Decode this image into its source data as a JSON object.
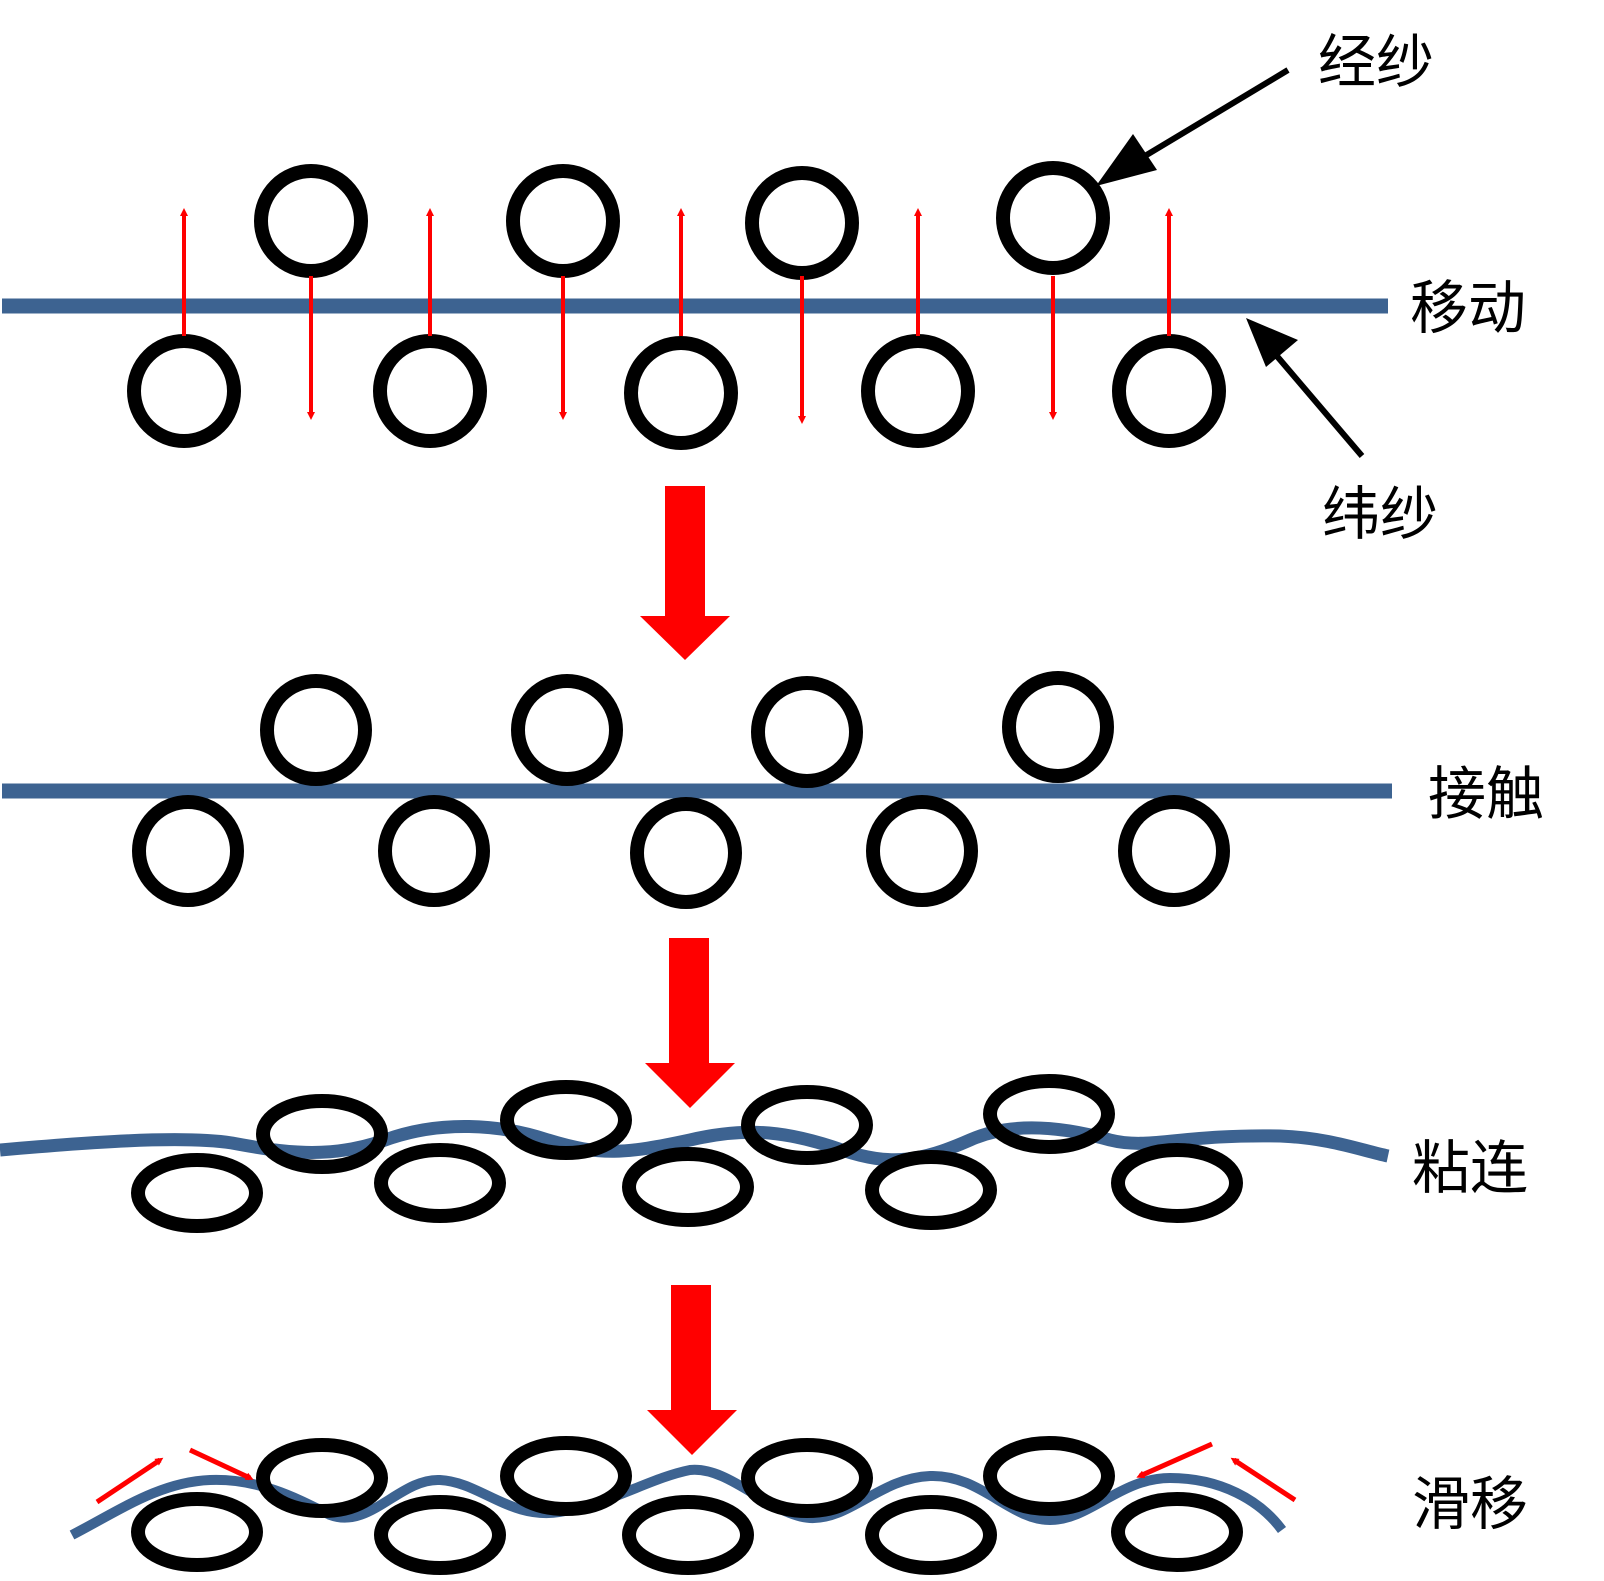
{
  "labels": {
    "warp": "经纱",
    "weft": "纬纱",
    "stage_move": "移动",
    "stage_contact": "接触",
    "stage_adhesion": "粘连",
    "stage_slip": "滑移"
  },
  "colors": {
    "weft": "#3d6391",
    "arrow": "#ff0000",
    "yarn_outline": "#000000",
    "pointer": "#000000",
    "background": "#ffffff"
  },
  "stages": [
    {
      "key": "stage_move",
      "yarns_upper": 4,
      "yarns_lower": 5,
      "motion_arrows": 9
    },
    {
      "key": "stage_contact",
      "yarns_upper": 4,
      "yarns_lower": 5
    },
    {
      "key": "stage_adhesion",
      "yarns_upper": 4,
      "yarns_lower": 5
    },
    {
      "key": "stage_slip",
      "yarns_upper": 4,
      "yarns_lower": 5,
      "slip_arrows": 4
    }
  ],
  "transition_arrows": 3
}
